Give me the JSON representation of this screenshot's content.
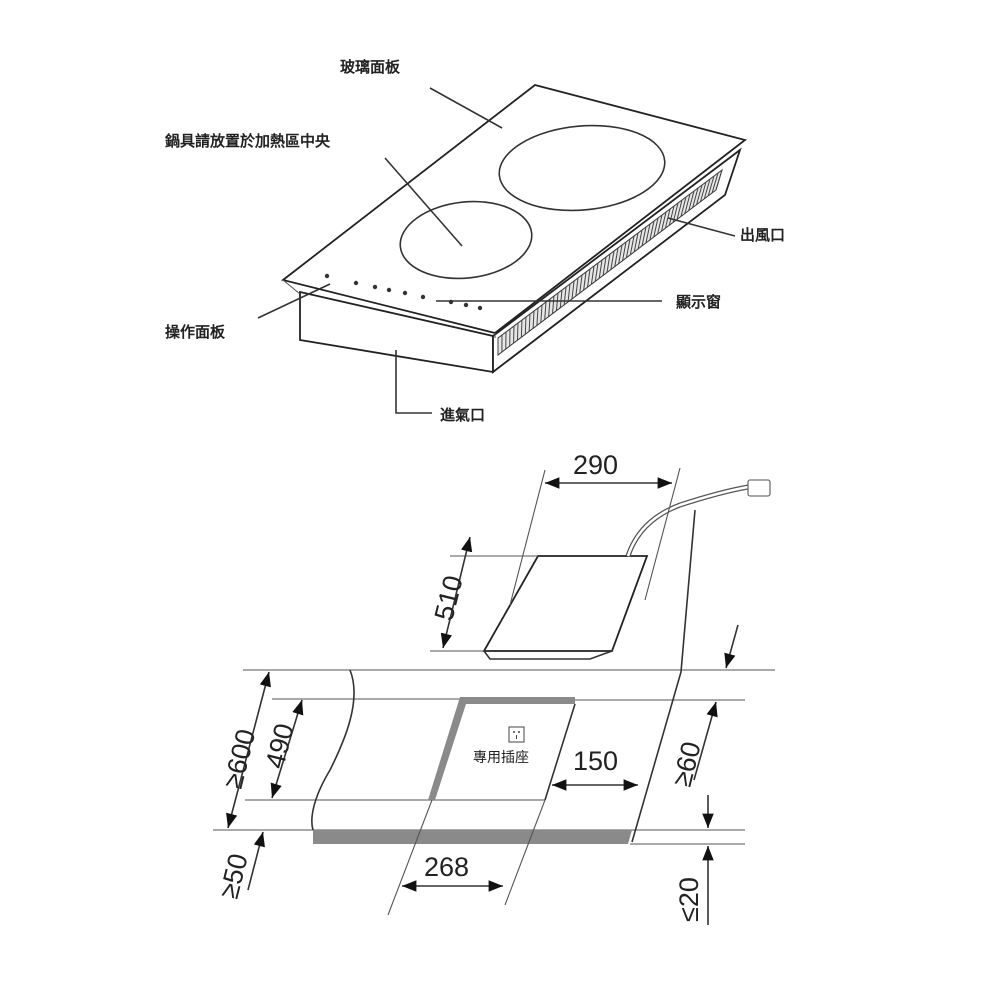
{
  "hob_labels": {
    "glass_panel": "玻璃面板",
    "pot_placement": "鍋具請放置於加熱區中央",
    "air_outlet": "出風口",
    "display_window": "顯示窗",
    "control_panel": "操作面板",
    "air_inlet": "進氣口"
  },
  "installation": {
    "width": "290",
    "depth": "510",
    "counter_depth": "≥600",
    "cutout_depth": "490",
    "front_margin": "≥50",
    "cutout_width": "268",
    "side_clearance": "150",
    "rear_clearance": "≥60",
    "counter_thickness": "≤20",
    "socket_label": "專用插座"
  },
  "colors": {
    "line": "#333333",
    "cutout_fill": "#8a8a8a"
  }
}
